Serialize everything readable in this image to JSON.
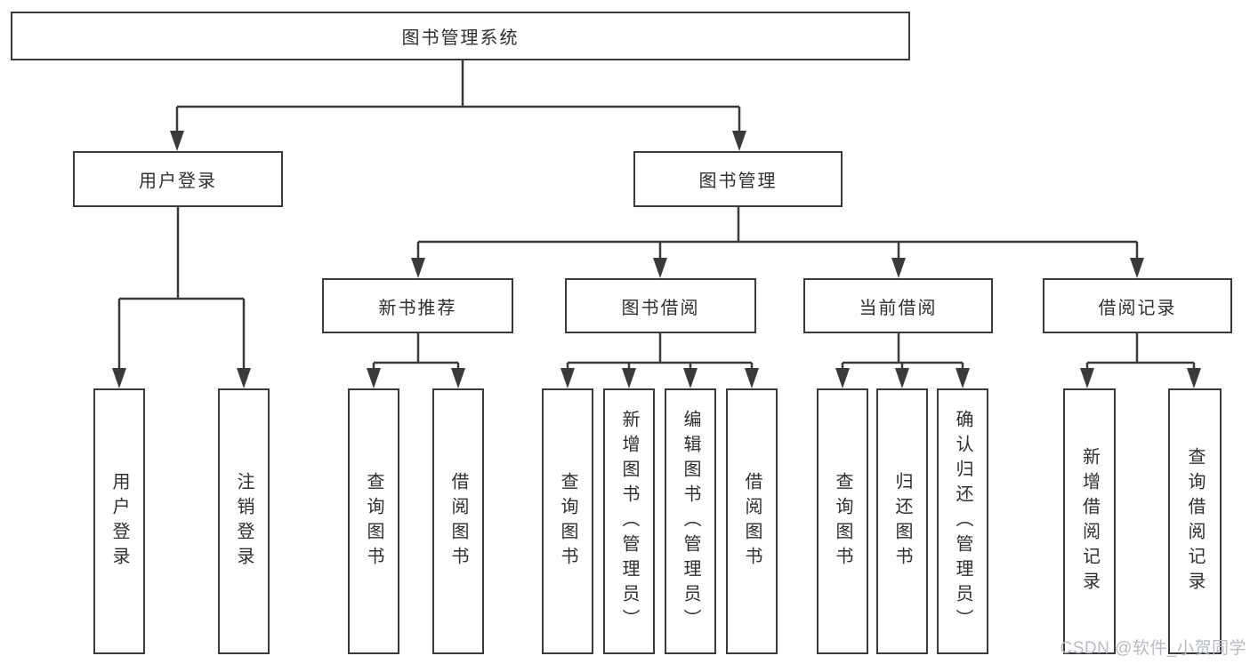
{
  "diagram": {
    "title": "图书管理系统",
    "branches": [
      {
        "label": "用户登录",
        "children": [
          {
            "label": "用户登录"
          },
          {
            "label": "注销登录"
          }
        ]
      },
      {
        "label": "图书管理",
        "children": [
          {
            "label": "新书推荐",
            "children": [
              {
                "label": "查询图书"
              },
              {
                "label": "借阅图书"
              }
            ]
          },
          {
            "label": "图书借阅",
            "children": [
              {
                "label": "查询图书"
              },
              {
                "label": "新增图书（管理员）"
              },
              {
                "label": "编辑图书（管理员）"
              },
              {
                "label": "借阅图书"
              }
            ]
          },
          {
            "label": "当前借阅",
            "children": [
              {
                "label": "查询图书"
              },
              {
                "label": "归还图书"
              },
              {
                "label": "确认归还（管理员）"
              }
            ]
          },
          {
            "label": "借阅记录",
            "children": [
              {
                "label": "新增借阅记录"
              },
              {
                "label": "查询借阅记录"
              }
            ]
          }
        ]
      }
    ]
  },
  "watermark": {
    "text": "CSDN @软件_小贺同学"
  },
  "colors": {
    "line": "#3a3a3a",
    "text": "#2f2f2f",
    "watermark": "#b7bcc4",
    "background": "#ffffff"
  }
}
